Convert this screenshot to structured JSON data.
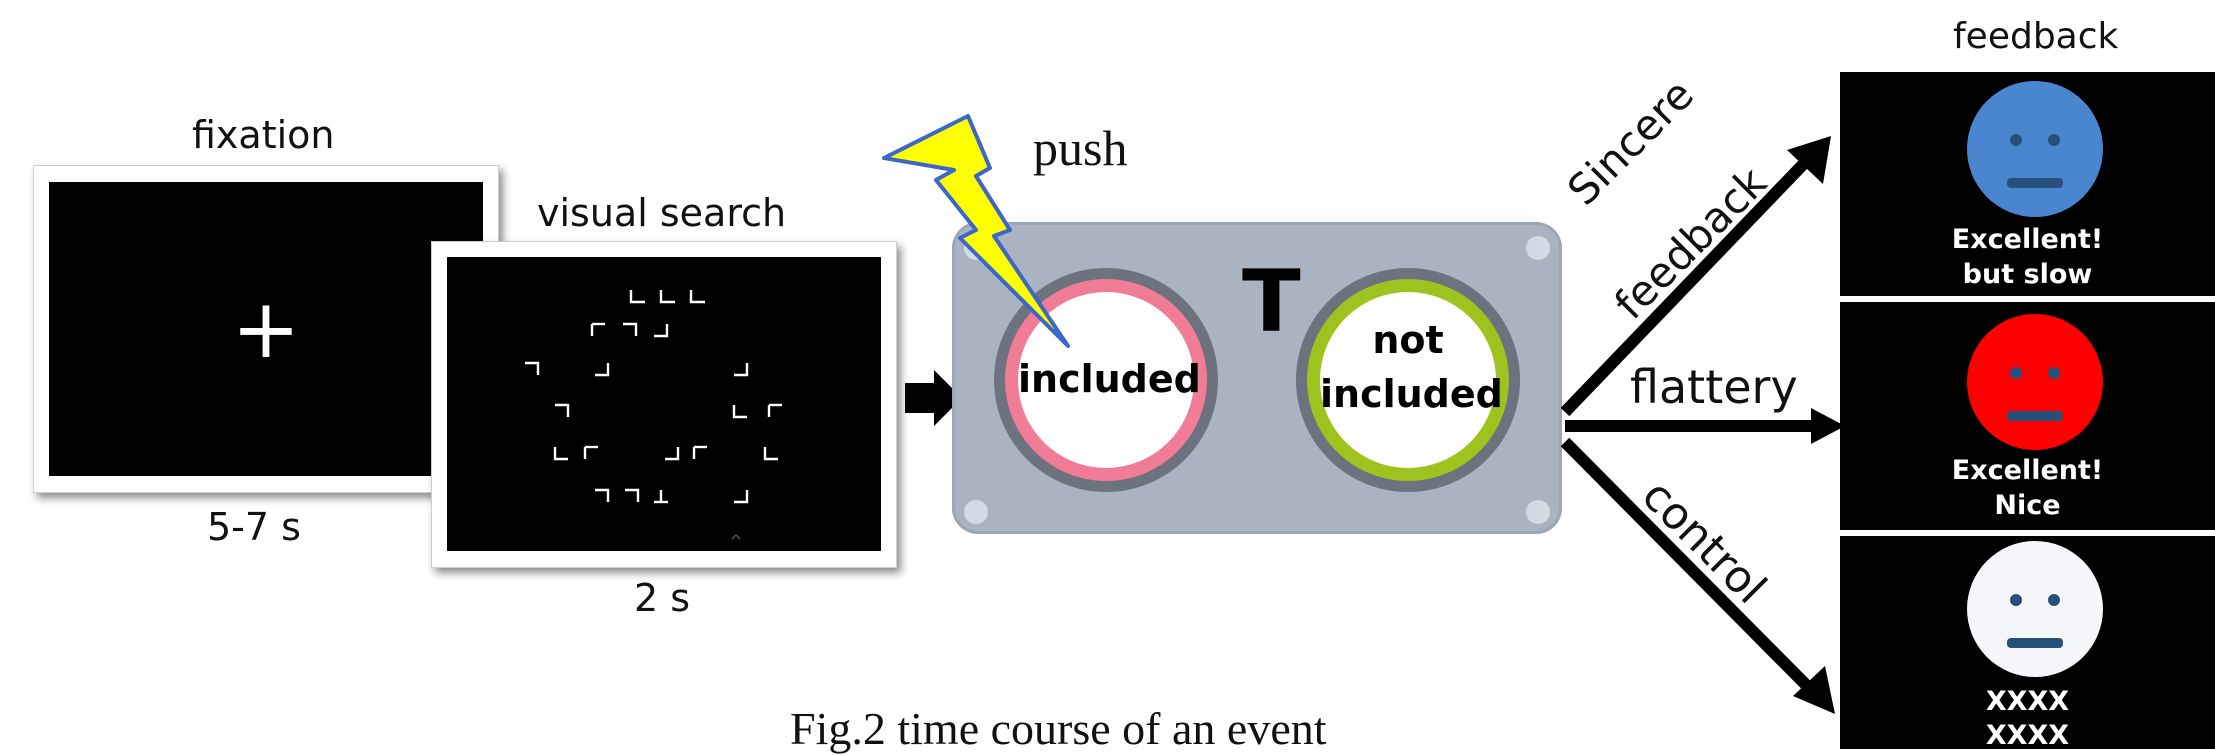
{
  "fixation": {
    "title": "fixation",
    "duration": "5-7 s",
    "symbol": "+"
  },
  "visual_search": {
    "title": "visual search",
    "duration": "2 s"
  },
  "response": {
    "action": "push",
    "button_left": "included",
    "button_right_line1": "not",
    "button_right_line2": "included",
    "target_letter": "T"
  },
  "branches": {
    "sincere_line1": "Sincere",
    "sincere_line2": "feedback",
    "flattery": "flattery",
    "control": "control"
  },
  "feedback": {
    "title": "feedback",
    "panels": [
      {
        "line1": "Excellent!",
        "line2": "but slow",
        "face_color": "#4a86d0"
      },
      {
        "line1": "Excellent!",
        "line2": "Nice",
        "face_color": "#ff0000"
      },
      {
        "line1": "XXXX",
        "line2": "XXXX",
        "face_color": "#f4f6fa"
      }
    ]
  },
  "caption": "Fig.2 time course of an event",
  "colors": {
    "bolt": "#ffff00",
    "left_ring": "#f07c96",
    "right_ring": "#9ec31e",
    "panel": "#a9b3c2",
    "mouth": "#27507a"
  }
}
